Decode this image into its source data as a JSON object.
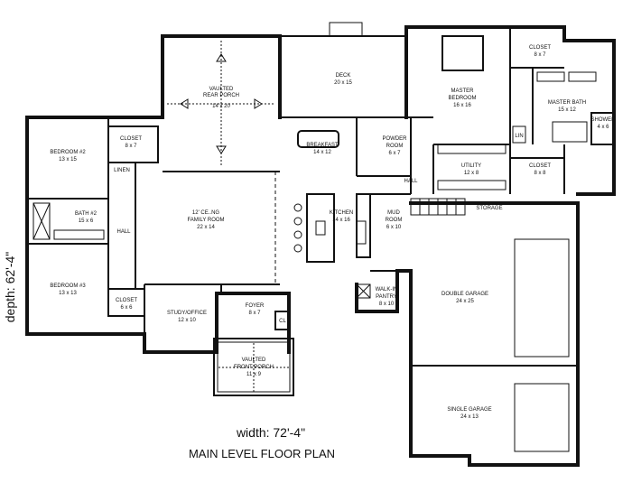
{
  "caption": {
    "width_label": "width: 72'-4\"",
    "depth_label": "depth: 62'-4\"",
    "title": "MAIN LEVEL FLOOR PLAN"
  },
  "rooms": {
    "deck": {
      "name": "DECK",
      "dim": "20 x 15"
    },
    "rear_porch": {
      "name1": "VAULTED",
      "name2": "REAR PORCH",
      "dim": "14 x 20"
    },
    "master_bedroom": {
      "name1": "MASTER",
      "name2": "BEDROOM",
      "dim": "16 x 16"
    },
    "closet_master": {
      "name": "CLOSET",
      "dim": "8 x 7"
    },
    "master_bath": {
      "name": "MASTER BATH",
      "dim": "15 x 12"
    },
    "shower": {
      "name": "SHOWER",
      "dim": "4 x 6"
    },
    "lin_master": {
      "name": "LIN"
    },
    "closet_utility": {
      "name": "CLOSET",
      "dim": "8 x 8"
    },
    "utility": {
      "name": "UTILITY",
      "dim": "12 x 8"
    },
    "storage": {
      "name": "STORAGE"
    },
    "bedroom2": {
      "name": "BEDROOM #2",
      "dim": "13 x 15"
    },
    "closet_bed2": {
      "name": "CLOSET",
      "dim": "8 x 7"
    },
    "linen": {
      "name": "LINEN"
    },
    "bath2": {
      "name": "BATH #2",
      "dim": "15 x 6"
    },
    "hall_left": {
      "name": "HALL"
    },
    "bedroom3": {
      "name": "BEDROOM #3",
      "dim": "13 x 13"
    },
    "closet_bed3": {
      "name": "CLOSET",
      "dim": "6 x 6"
    },
    "family_room": {
      "name1": "12' CE..NG",
      "name2": "FAMILY ROOM",
      "dim": "22 x 14"
    },
    "breakfast": {
      "name": "BREAKFAST",
      "dim": "14 x 12"
    },
    "powder_room": {
      "name1": "POWDER",
      "name2": "ROOM",
      "dim": "6 x 7"
    },
    "kitchen": {
      "name": "KITCHEN",
      "dim": "14 x 16"
    },
    "hall_center": {
      "name": "HALL"
    },
    "mud_room": {
      "name1": "MUD",
      "name2": "ROOM",
      "dim": "6 x 10"
    },
    "walkin_pantry": {
      "name1": "WALK-IN",
      "name2": "PANTRY",
      "dim": "8 x 10"
    },
    "study": {
      "name": "STUDY/OFFICE",
      "dim": "12 x 10"
    },
    "foyer": {
      "name": "FOYER",
      "dim": "8 x 7"
    },
    "cl_foyer": {
      "name": "CL"
    },
    "front_porch": {
      "name1": "VAULTED",
      "name2": "FRONT PORCH",
      "dim": "11 x 9"
    },
    "double_garage": {
      "name": "DOUBLE GARAGE",
      "dim": "24 x 25"
    },
    "single_garage": {
      "name": "SINGLE GARAGE",
      "dim": "24 x 13"
    }
  }
}
